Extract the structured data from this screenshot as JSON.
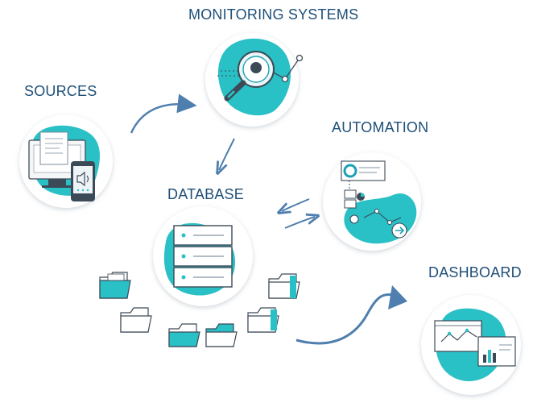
{
  "labels": {
    "monitoring": "MONITORING SYSTEMS",
    "sources": "SOURCES",
    "automation": "AUTOMATION",
    "database": "DATABASE",
    "dashboard": "DASHBOARD"
  },
  "colors": {
    "label": "#1e4f78",
    "arrow": "#4f7fae",
    "teal": "#29c0c6",
    "teal_dark": "#1aa2b3",
    "outline": "#3c4a57",
    "circle_shadow": "#e2e6ea"
  },
  "icons": [
    "computer-icon",
    "phone-speaker-icon",
    "magnifier-chart-icon",
    "server-rack-icon",
    "folder-icon",
    "flowchart-icon",
    "dashboard-charts-icon"
  ]
}
